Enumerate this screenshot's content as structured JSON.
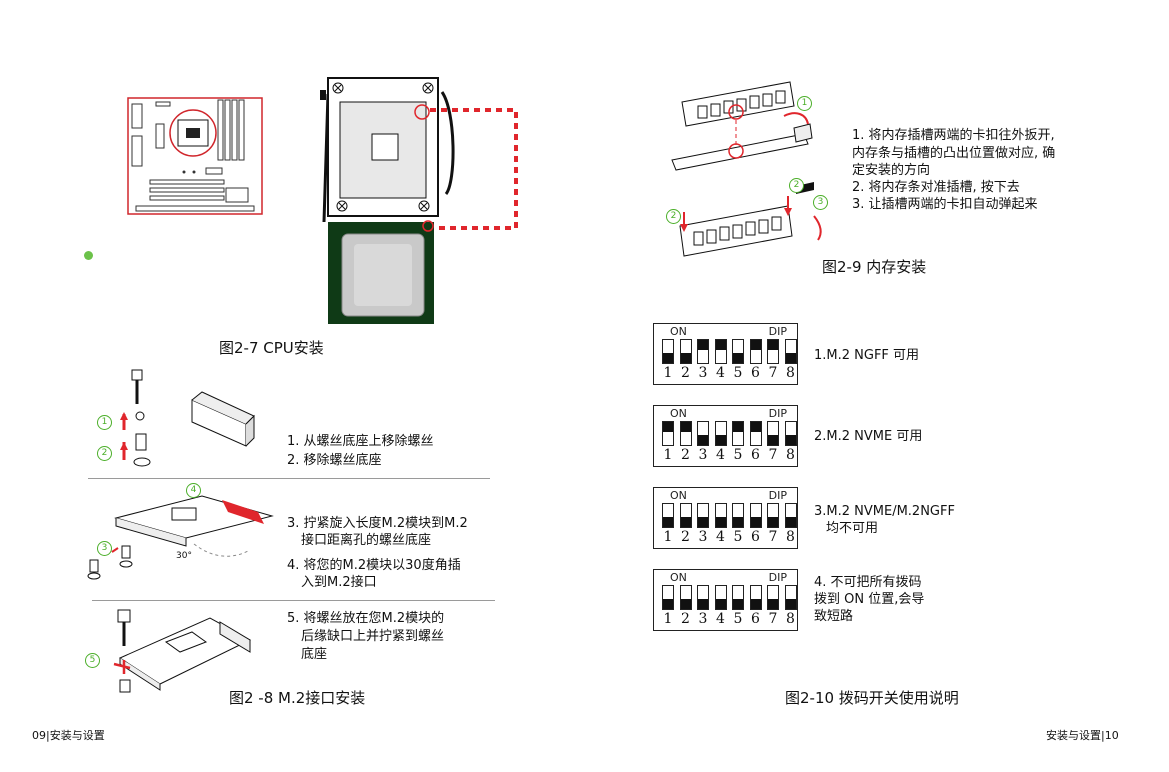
{
  "figures": {
    "cpu_caption": "图2-7 CPU安装",
    "m2_caption": "图2 -8 M.2接口安装",
    "memory_caption": "图2-9 内存安装",
    "dip_caption": "图2-10 拨码开关使用说明"
  },
  "m2_steps": [
    "1. 从螺丝底座上移除螺丝",
    "2. 移除螺丝底座",
    "3. 拧紧旋入长度M.2模块到M.2",
    "接口距离孔的螺丝底座",
    "4. 将您的M.2模块以30度角插",
    "入到M.2接口",
    "5. 将螺丝放在您M.2模块的",
    "后缘缺口上并拧紧到螺丝",
    "底座"
  ],
  "m2_markers": [
    "1",
    "2",
    "3",
    "4",
    "5"
  ],
  "m2_angle": "30°",
  "memory_steps": [
    "1. 将内存插槽两端的卡扣往外扳开,",
    "内存条与插槽的凸出位置做对应, 确",
    "定安装的方向",
    "2. 将内存条对准插槽, 按下去",
    "3. 让插槽两端的卡扣自动弹起来"
  ],
  "memory_markers": [
    "1",
    "2",
    "2",
    "3"
  ],
  "dip_switch": {
    "on_label": "ON",
    "dip_label": "DIP",
    "numbers": [
      "1",
      "2",
      "3",
      "4",
      "5",
      "6",
      "7",
      "8"
    ],
    "configs": [
      {
        "desc_lines": [
          "1.M.2 NGFF 可用"
        ],
        "positions": [
          "down",
          "down",
          "up",
          "up",
          "down",
          "up",
          "up",
          "down"
        ]
      },
      {
        "desc_lines": [
          "2.M.2 NVME 可用"
        ],
        "positions": [
          "up",
          "up",
          "down",
          "down",
          "up",
          "up",
          "down",
          "down"
        ]
      },
      {
        "desc_lines": [
          "3.M.2 NVME/M.2NGFF",
          "均不可用"
        ],
        "positions": [
          "down",
          "down",
          "down",
          "down",
          "down",
          "down",
          "down",
          "down"
        ]
      },
      {
        "desc_lines": [
          "4. 不可把所有拨码",
          "拨到 ON 位置,会导",
          "致短路"
        ],
        "positions": [
          "down",
          "down",
          "down",
          "down",
          "down",
          "down",
          "down",
          "down"
        ]
      }
    ]
  },
  "footer": {
    "left": "09|安装与设置",
    "right": "安装与设置|10"
  },
  "colors": {
    "accent_red": "#e0262c",
    "marker_green": "#4caf2a",
    "cpu_green": "#0f3a16"
  }
}
